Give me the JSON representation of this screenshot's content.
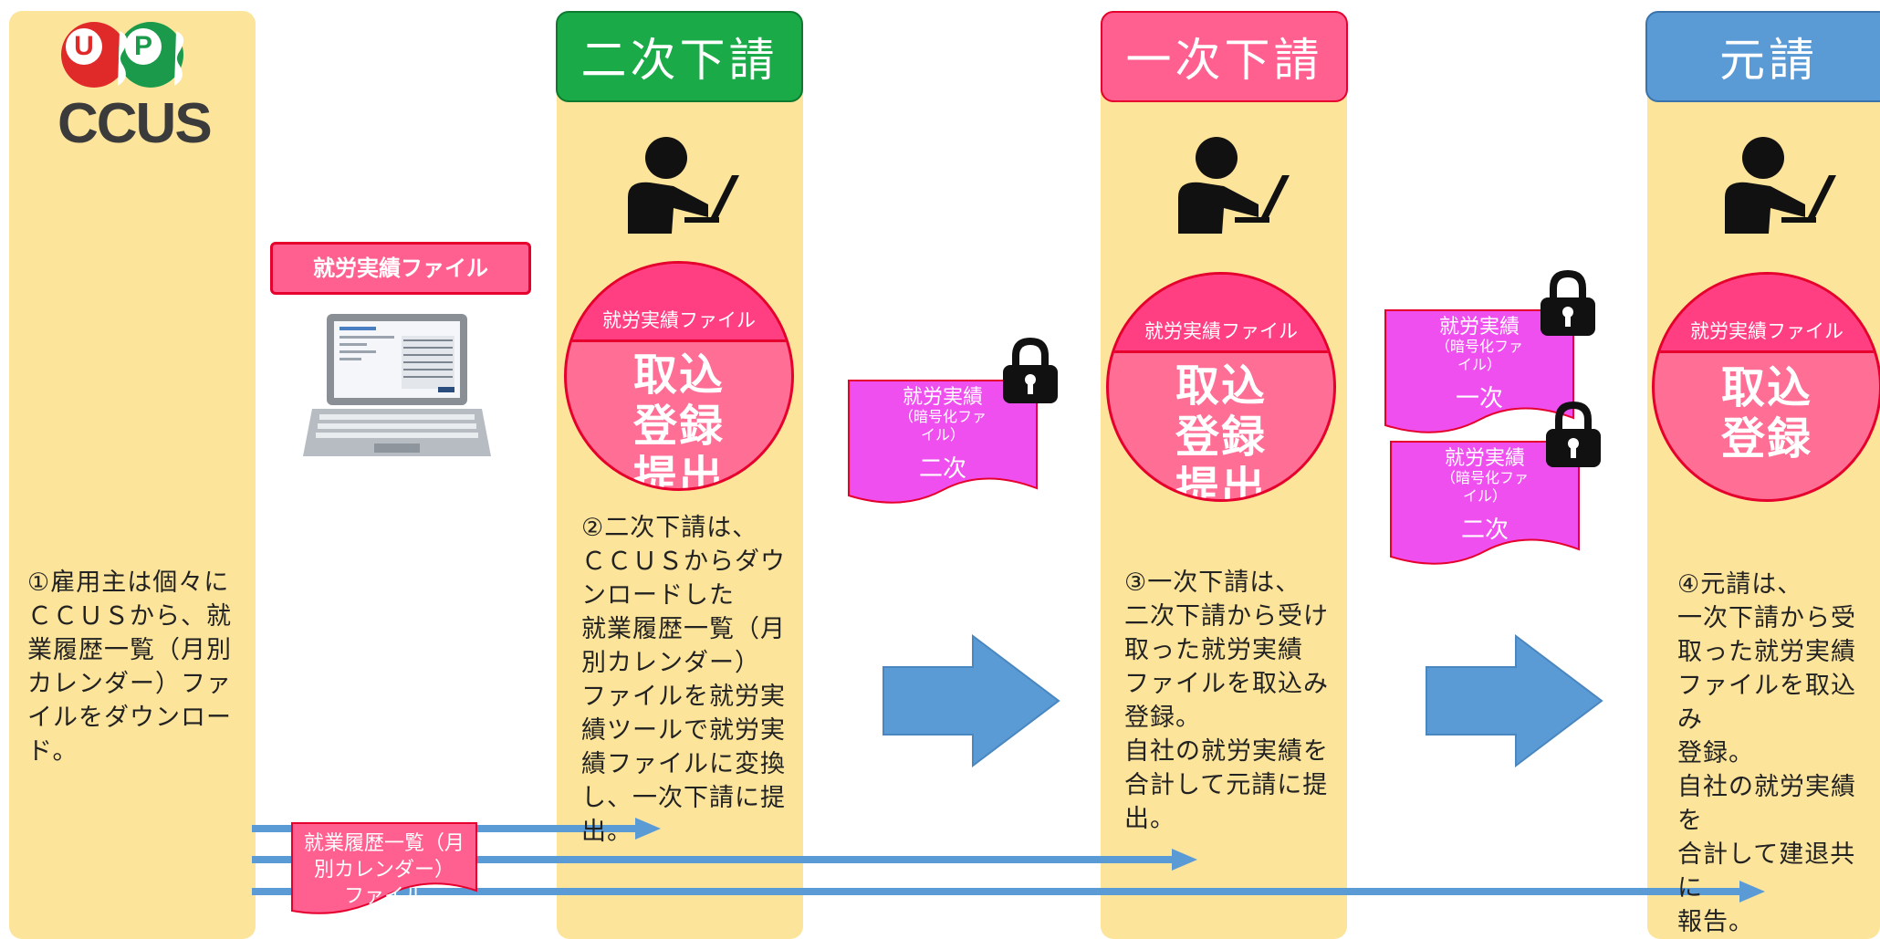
{
  "logo": {
    "letters": [
      "U",
      "P"
    ],
    "text": "CCUS"
  },
  "lanes": [
    {
      "title": "二次下請",
      "color": "#1aab48",
      "border": "#0d7a30"
    },
    {
      "title": "一次下請",
      "color": "#ff6090",
      "border": "#e6002d"
    },
    {
      "title": "元請",
      "color": "#5b9bd5",
      "border": "#3a73ab"
    }
  ],
  "laptop_section": {
    "label": "就労実績ファイル"
  },
  "circles": [
    {
      "band": "就労実績ファイル",
      "body": "取込\n登録\n提出"
    },
    {
      "band": "就労実績ファイル",
      "body": "取込\n登録\n提出"
    },
    {
      "band": "就労実績ファイル",
      "body": "取込\n登録"
    }
  ],
  "encrypted_docs": [
    {
      "line1": "就労実績",
      "line2": "（暗号化ファ\nイル）",
      "line3": "二次"
    },
    {
      "line1": "就労実績",
      "line2": "（暗号化ファ\nイル）",
      "line3": "一次"
    },
    {
      "line1": "就労実績",
      "line2": "（暗号化ファ\nイル）",
      "line3": "二次"
    }
  ],
  "calendar_doc": {
    "text": "就業履歴一覧（月\n別カレンダー）\nファイル"
  },
  "steps": [
    "①雇用主は個々に\nＣＣＵＳから、就\n業履歴一覧（月別\nカレンダー）ファ\nイルをダウンロー\nド。",
    "②二次下請は、\nＣＣＵＳからダウ\nンロードした\n就業履歴一覧（月\n別カレンダー）\nファイルを就労実\n績ツールで就労実\n績ファイルに変換\nし、一次下請に提\n出。",
    "③一次下請は、\n二次下請から受け\n取った就労実績\nファイルを取込み\n登録。\n自社の就労実績を\n合計して元請に提\n出。",
    "④元請は、\n一次下請から受\n取った就労実績\nファイルを取込み\n登録。\n自社の就労実績を\n合計して建退共に\n報告。"
  ],
  "colors": {
    "lane_bg": "#fde49b",
    "pink": "#ff6e94",
    "magenta_doc": "#f04ff0",
    "arrow_blue": "#5b9bd5"
  }
}
